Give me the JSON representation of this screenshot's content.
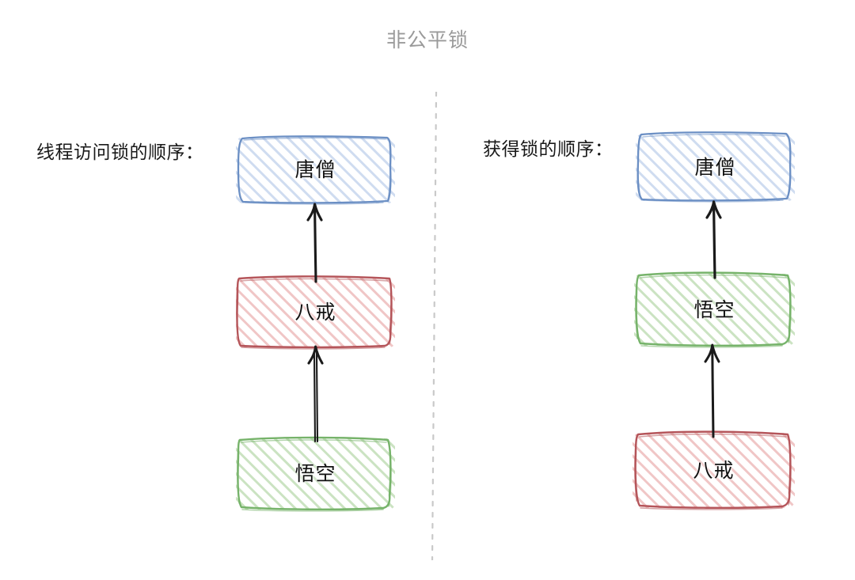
{
  "title": "非公平锁",
  "colors": {
    "title": "#9a9a9a",
    "text": "#111111",
    "blue_stroke": "#6b8fc4",
    "blue_fill": "#cfdcf0",
    "red_stroke": "#b5555a",
    "red_fill": "#f0c6c6",
    "green_stroke": "#76b36a",
    "green_fill": "#cbe3c2",
    "divider": "#c9c9c9",
    "arrow": "#1a1a1a",
    "background": "#ffffff"
  },
  "columns": [
    {
      "id": "left",
      "caption": "线程访问锁的顺序：",
      "nodes": [
        {
          "label": "唐僧",
          "color": "blue"
        },
        {
          "label": "八戒",
          "color": "red"
        },
        {
          "label": "悟空",
          "color": "green"
        }
      ],
      "arrows": [
        {
          "from": "悟空",
          "to": "八戒",
          "direction": "up"
        },
        {
          "from": "八戒",
          "to": "唐僧",
          "direction": "up"
        }
      ]
    },
    {
      "id": "right",
      "caption": "获得锁的顺序：",
      "nodes": [
        {
          "label": "唐僧",
          "color": "blue"
        },
        {
          "label": "悟空",
          "color": "green"
        },
        {
          "label": "八戒",
          "color": "red"
        }
      ],
      "arrows": [
        {
          "from": "八戒",
          "to": "悟空",
          "direction": "up"
        },
        {
          "from": "悟空",
          "to": "唐僧",
          "direction": "up"
        }
      ]
    }
  ],
  "divider": {
    "style": "dashed",
    "orientation": "vertical"
  }
}
